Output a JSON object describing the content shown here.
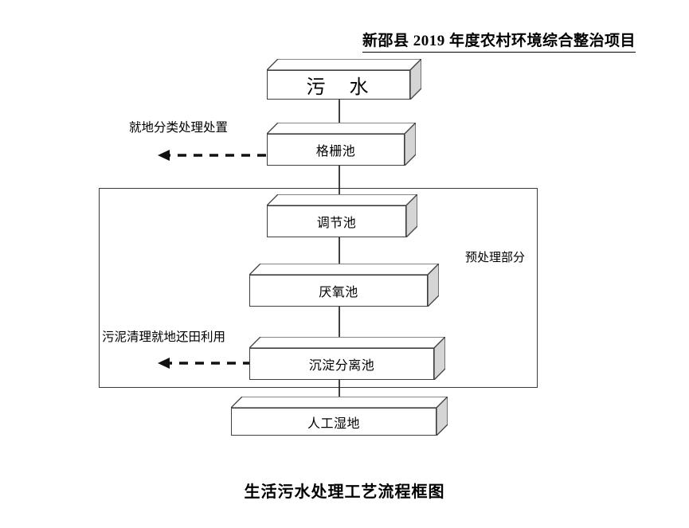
{
  "document": {
    "header_title": "新邵县 2019 年度农村环境综合整治项目",
    "caption": "生活污水处理工艺流程框图"
  },
  "diagram": {
    "type": "process-flow",
    "group": {
      "label": "预处理部分",
      "encloses": [
        "调节池",
        "厌氧池",
        "沉淀分离池"
      ]
    },
    "nodes": [
      {
        "id": "wastewater",
        "label": "污　水"
      },
      {
        "id": "grid-tank",
        "label": "格栅池"
      },
      {
        "id": "adjust-tank",
        "label": "调节池"
      },
      {
        "id": "anaerobic",
        "label": "厌氧池"
      },
      {
        "id": "settling",
        "label": "沉淀分离池"
      },
      {
        "id": "wetland",
        "label": "人工湿地"
      }
    ],
    "flows": [
      {
        "from": "wastewater",
        "to": "grid-tank",
        "style": "solid"
      },
      {
        "from": "grid-tank",
        "to": "adjust-tank",
        "style": "solid"
      },
      {
        "from": "adjust-tank",
        "to": "anaerobic",
        "style": "solid"
      },
      {
        "from": "anaerobic",
        "to": "settling",
        "style": "solid"
      },
      {
        "from": "settling",
        "to": "wetland",
        "style": "solid"
      }
    ],
    "side_outputs": [
      {
        "id": "grid-residue",
        "from": "grid-tank",
        "label": "就地分类处理处置",
        "style": "dashed",
        "direction": "left"
      },
      {
        "id": "sludge",
        "from": "settling",
        "label": "污泥清理就地还田利用",
        "style": "dashed",
        "direction": "left"
      }
    ],
    "colors": {
      "box_fill": "#ffffff",
      "box_side_fill": "#d5d5d5",
      "outline": "#3f3f3f",
      "arrow": "#111111",
      "text": "#000000"
    }
  }
}
